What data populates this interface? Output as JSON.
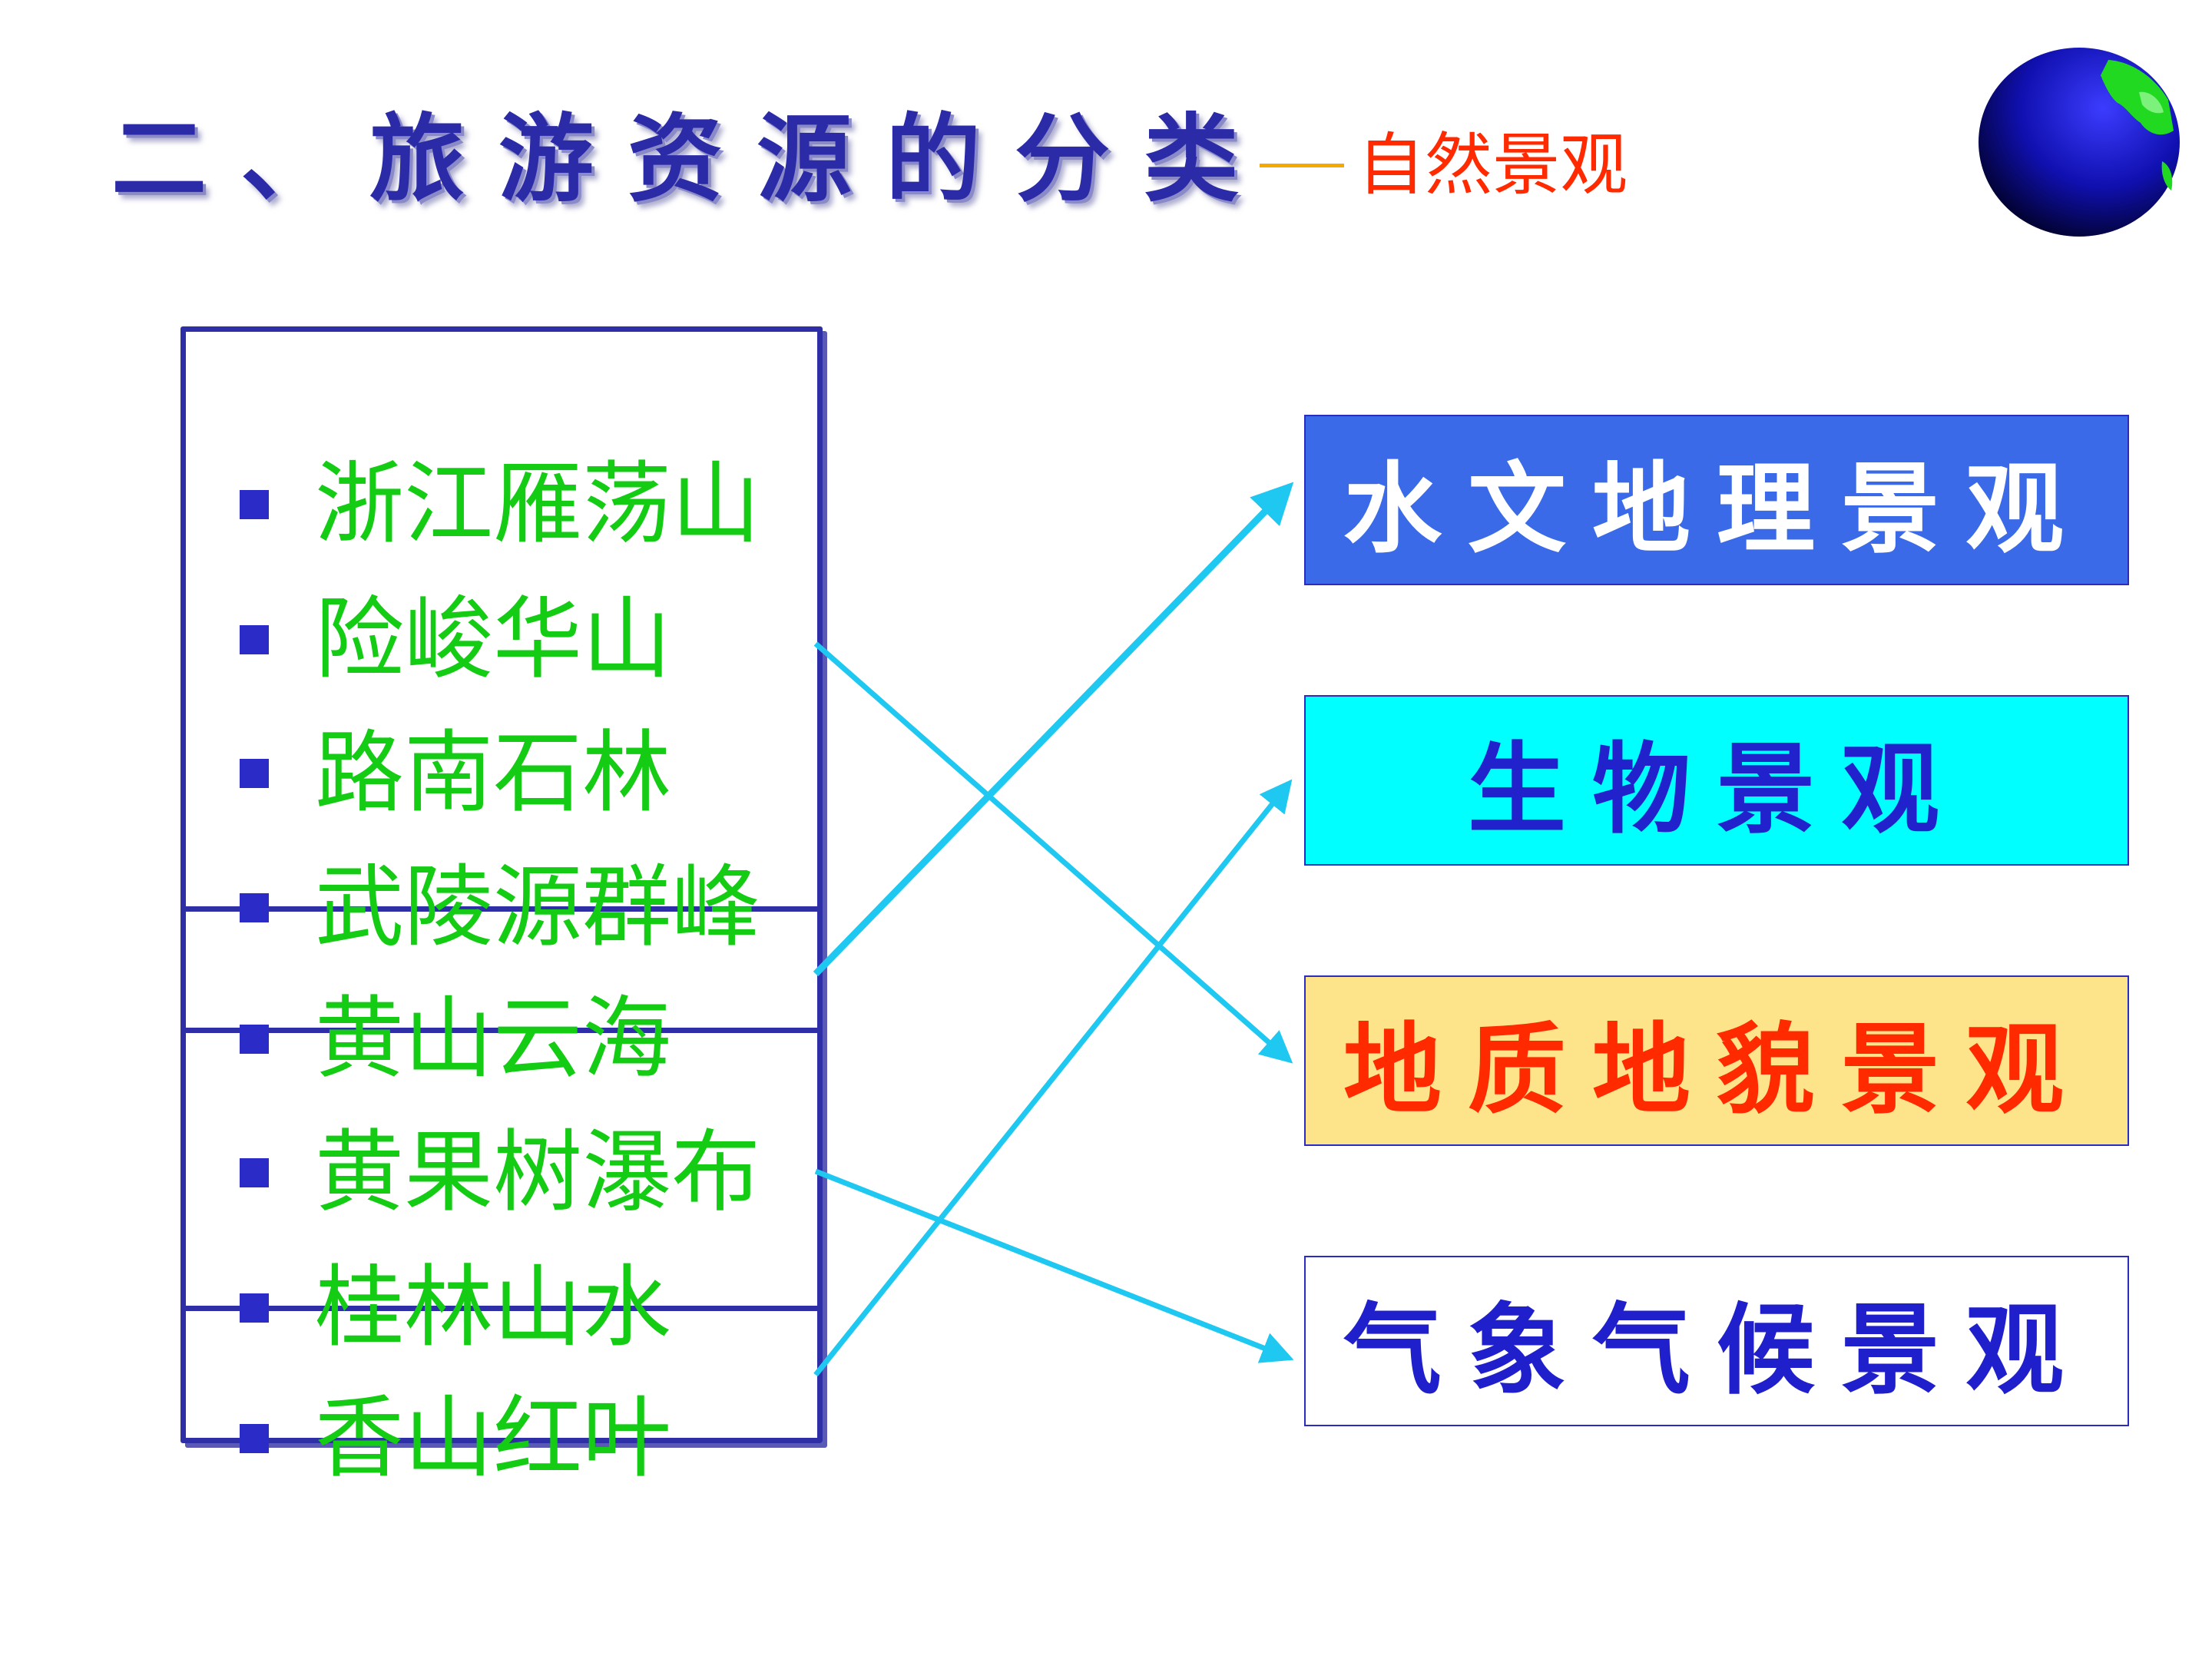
{
  "title": "二、旅游资源的分类",
  "subtitle": "自然景观",
  "icons": {
    "globe": "globe-icon",
    "bullet": "square-bullet-icon"
  },
  "left_items": [
    "浙江雁荡山",
    "险峻华山",
    "路南石林",
    "武陵源群峰",
    "黄山云海",
    "黄果树瀑布",
    "桂林山水",
    "香山红叶"
  ],
  "categories": [
    {
      "label": "水文地理景观",
      "bg": "#3a6ae8",
      "color": "#ffffff"
    },
    {
      "label": "生物景观",
      "bg": "#00ffff",
      "color": "#2222cc"
    },
    {
      "label": "地质地貌景观",
      "bg": "#fde48a",
      "color": "#ff2a00"
    },
    {
      "label": "气象气候景观",
      "bg": "#ffffff",
      "color": "#1f1fcc"
    }
  ],
  "colors": {
    "title": "#2b2ba8",
    "subtitle": "#ff2a00",
    "item_text": "#14cc14",
    "box_border": "#2e2ea6",
    "arrow": "#1ec8f0"
  }
}
